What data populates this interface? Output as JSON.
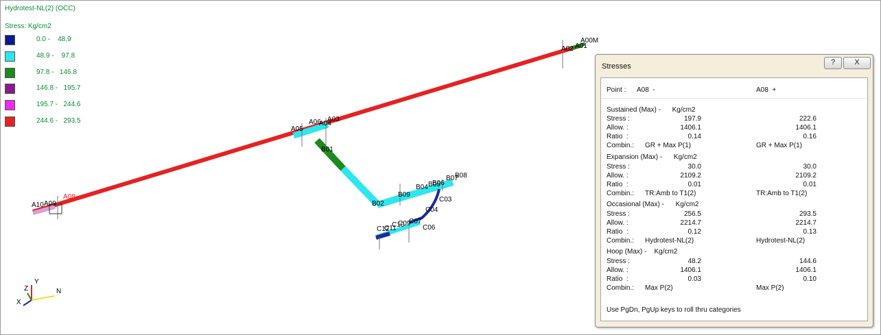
{
  "view": {
    "title": "Hydrotest-NL(2)  (OCC)",
    "stress_label": "Stress:  Kg/cm2",
    "legend": [
      {
        "range": "0.0 -    48.9",
        "color": "#0d1a8a"
      },
      {
        "range": "48.9 -    97.8",
        "color": "#2fe6ee"
      },
      {
        "range": "97.8 -   146.8",
        "color": "#1c8a1c"
      },
      {
        "range": "146.8 -   195.7",
        "color": "#8a1a8a"
      },
      {
        "range": "195.7 -   244.6",
        "color": "#ee2aee"
      },
      {
        "range": "244.6 -   293.5",
        "color": "#e52222"
      }
    ],
    "node_labels": {
      "a00m": "A00M",
      "a02": "A02",
      "a01": "A01",
      "a05": "A05",
      "a06": "A06",
      "a04": "A04",
      "a03": "A03",
      "a_left": "A10",
      "a08": "A08",
      "a09": "A09",
      "b01": "B01",
      "b02": "B02",
      "b09": "B09",
      "b04": "B04",
      "b05": "B05",
      "b06": "B06",
      "b07": "B07",
      "b08": "B08",
      "c03": "C03",
      "c04": "C04",
      "c06": "C06",
      "c07": "C07",
      "c09": "C09",
      "c10": "C10",
      "c11": "C11",
      "c12": "C12"
    },
    "axes": {
      "x": "X",
      "y": "Y",
      "z": "Z",
      "n": "N"
    },
    "pipe_colors": {
      "red": "#e52222",
      "cyan": "#2fe6ee",
      "green": "#1c8a1c",
      "blue": "#1a2a9a"
    }
  },
  "dialog": {
    "title": "Stresses",
    "help_label": "?",
    "close_label": "X",
    "point_label": "Point :",
    "point_left": "A08  -",
    "point_right": "A08  +",
    "sections": [
      {
        "header": "Sustained (Max) -      Kg/cm2",
        "rows": [
          {
            "label": "Stress :",
            "left": "197.9",
            "right": "222.6"
          },
          {
            "label": "Allow. :",
            "left": "1406.1",
            "right": "1406.1"
          },
          {
            "label": "Ratio  :",
            "left": "0.14",
            "right": "0.16"
          },
          {
            "label": "Combin.:",
            "left": "GR + Max P(1)",
            "right": "GR + Max P(1)"
          }
        ]
      },
      {
        "header": "Expansion (Max) -      Kg/cm2",
        "rows": [
          {
            "label": "Stress :",
            "left": "30.0",
            "right": "30.0"
          },
          {
            "label": "Allow. :",
            "left": "2109.2",
            "right": "2109.2"
          },
          {
            "label": "Ratio  :",
            "left": "0.01",
            "right": "0.01"
          },
          {
            "label": "Combin.:",
            "left": "TR:Amb to T1(2)",
            "right": "TR:Amb to T1(2)"
          }
        ]
      },
      {
        "header": "Occasional (Max) -      Kg/cm2",
        "rows": [
          {
            "label": "Stress :",
            "left": "256.5",
            "right": "293.5"
          },
          {
            "label": "Allow. :",
            "left": "2214.7",
            "right": "2214.7"
          },
          {
            "label": "Ratio  :",
            "left": "0.12",
            "right": "0.13"
          },
          {
            "label": "Combin.:",
            "left": "Hydrotest-NL(2)",
            "right": "Hydrotest-NL(2)"
          }
        ]
      },
      {
        "header": "Hoop (Max) -    Kg/cm2",
        "rows": [
          {
            "label": "Stress :",
            "left": "48.2",
            "right": "144.6"
          },
          {
            "label": "Allow. :",
            "left": "1406.1",
            "right": "1406.1"
          },
          {
            "label": "Ratio  :",
            "left": "0.03",
            "right": "0.10"
          },
          {
            "label": "Combin.:",
            "left": "Max P(2)",
            "right": "Max P(2)"
          }
        ]
      }
    ],
    "footer": "Use PgDn, PgUp keys to roll thru categories"
  }
}
